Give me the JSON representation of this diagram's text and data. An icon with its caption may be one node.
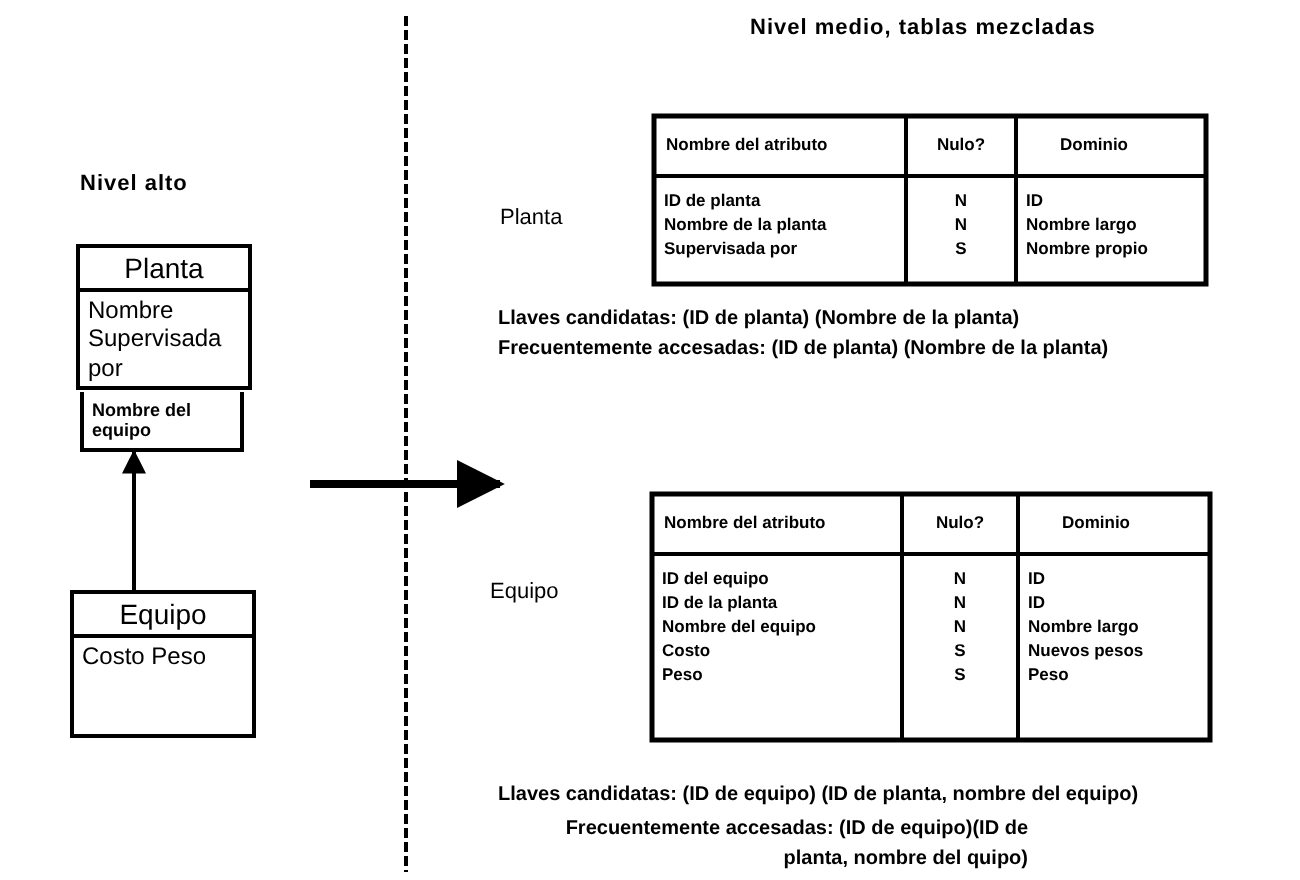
{
  "diagram": {
    "nodes": [
      {
        "text": [
          "Planta",
          "Nombre Supervisada por"
        ]
      },
      {
        "text": [
          "Nombre del equipo"
        ]
      },
      {
        "text": [
          "Equipo",
          "Costo Peso"
        ]
      }
    ],
    "edges": [
      {
        "from": 2,
        "to": 1,
        "arrow": "to"
      }
    ],
    "labels": [
      "Nivel medio, tablas mezcladas",
      "Nivel alto",
      "Planta",
      "Nombre del atributo",
      "Nulo?",
      "Dominio",
      "ID de planta",
      "N",
      "ID",
      "Nombre de la planta",
      "N",
      "Nombre largo",
      "Supervisada por",
      "S",
      "Nombre propio",
      "Llaves candidatas: (ID de planta) (Nombre de la planta)",
      "Frecuentemente accesadas: (ID de planta) (Nombre de la planta)",
      "Equipo",
      "Nombre del atributo",
      "Nulo?",
      "Dominio",
      "ID del equipo",
      "N",
      "ID",
      "ID de la planta",
      "N",
      "ID",
      "Nombre del equipo",
      "N",
      "Nombre largo",
      "Costo",
      "S",
      "Nuevos pesos",
      "Peso",
      "S",
      "Peso",
      "Llaves candidatas: (ID de equipo) (ID de planta, nombre del equipo)",
      "Frecuentemente accesadas: (ID de equipo)(ID de planta, nombre del quipo)"
    ]
  }
}
